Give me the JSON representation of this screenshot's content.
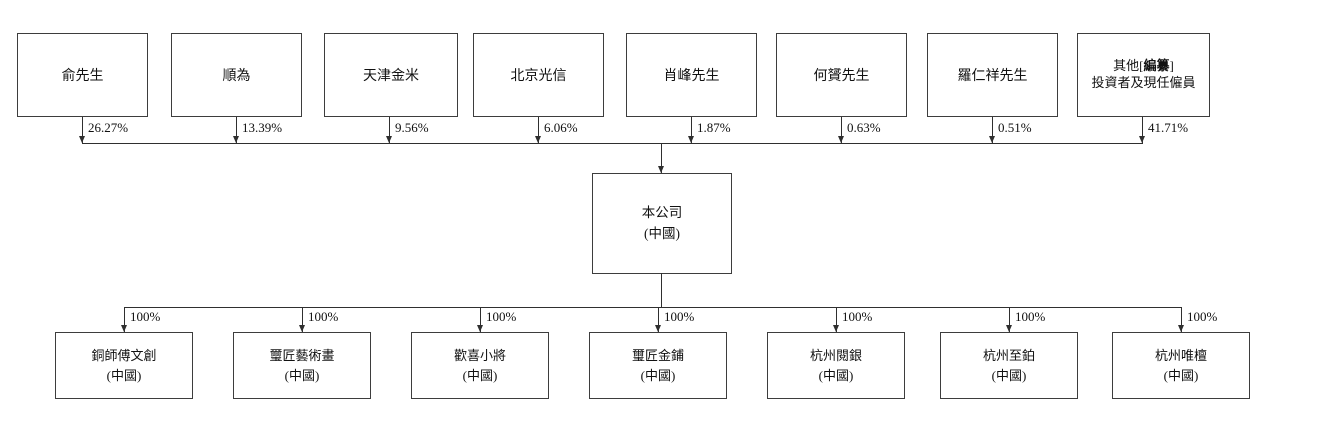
{
  "diagram": {
    "shareholders": [
      {
        "name": "俞先生",
        "percent": "26.27%"
      },
      {
        "name": "順為",
        "percent": "13.39%"
      },
      {
        "name": "天津金米",
        "percent": "9.56%"
      },
      {
        "name": "北京光信",
        "percent": "6.06%"
      },
      {
        "name": "肖峰先生",
        "percent": "1.87%"
      },
      {
        "name": "何贇先生",
        "percent": "0.63%"
      },
      {
        "name": "羅仁祥先生",
        "percent": "0.51%"
      },
      {
        "name_prefix": "其他[",
        "name_redacted": "編纂",
        "name_suffix": "]",
        "name_line2": "投資者及現任僱員",
        "percent": "41.71%"
      }
    ],
    "company": {
      "name": "本公司",
      "region": "(中國)"
    },
    "subsidiaries": [
      {
        "name": "銅師傅文創",
        "region": "(中國)",
        "percent": "100%"
      },
      {
        "name": "璽匠藝術畫",
        "region": "(中國)",
        "percent": "100%"
      },
      {
        "name": "歡喜小將",
        "region": "(中國)",
        "percent": "100%"
      },
      {
        "name": "璽匠金鋪",
        "region": "(中國)",
        "percent": "100%"
      },
      {
        "name": "杭州閱銀",
        "region": "(中國)",
        "percent": "100%"
      },
      {
        "name": "杭州至鉑",
        "region": "(中國)",
        "percent": "100%"
      },
      {
        "name": "杭州唯檀",
        "region": "(中國)",
        "percent": "100%"
      }
    ],
    "colors": {
      "line": "#2f2f2f",
      "border": "#3d3d3d",
      "text": "#111111",
      "background": "#ffffff"
    }
  }
}
